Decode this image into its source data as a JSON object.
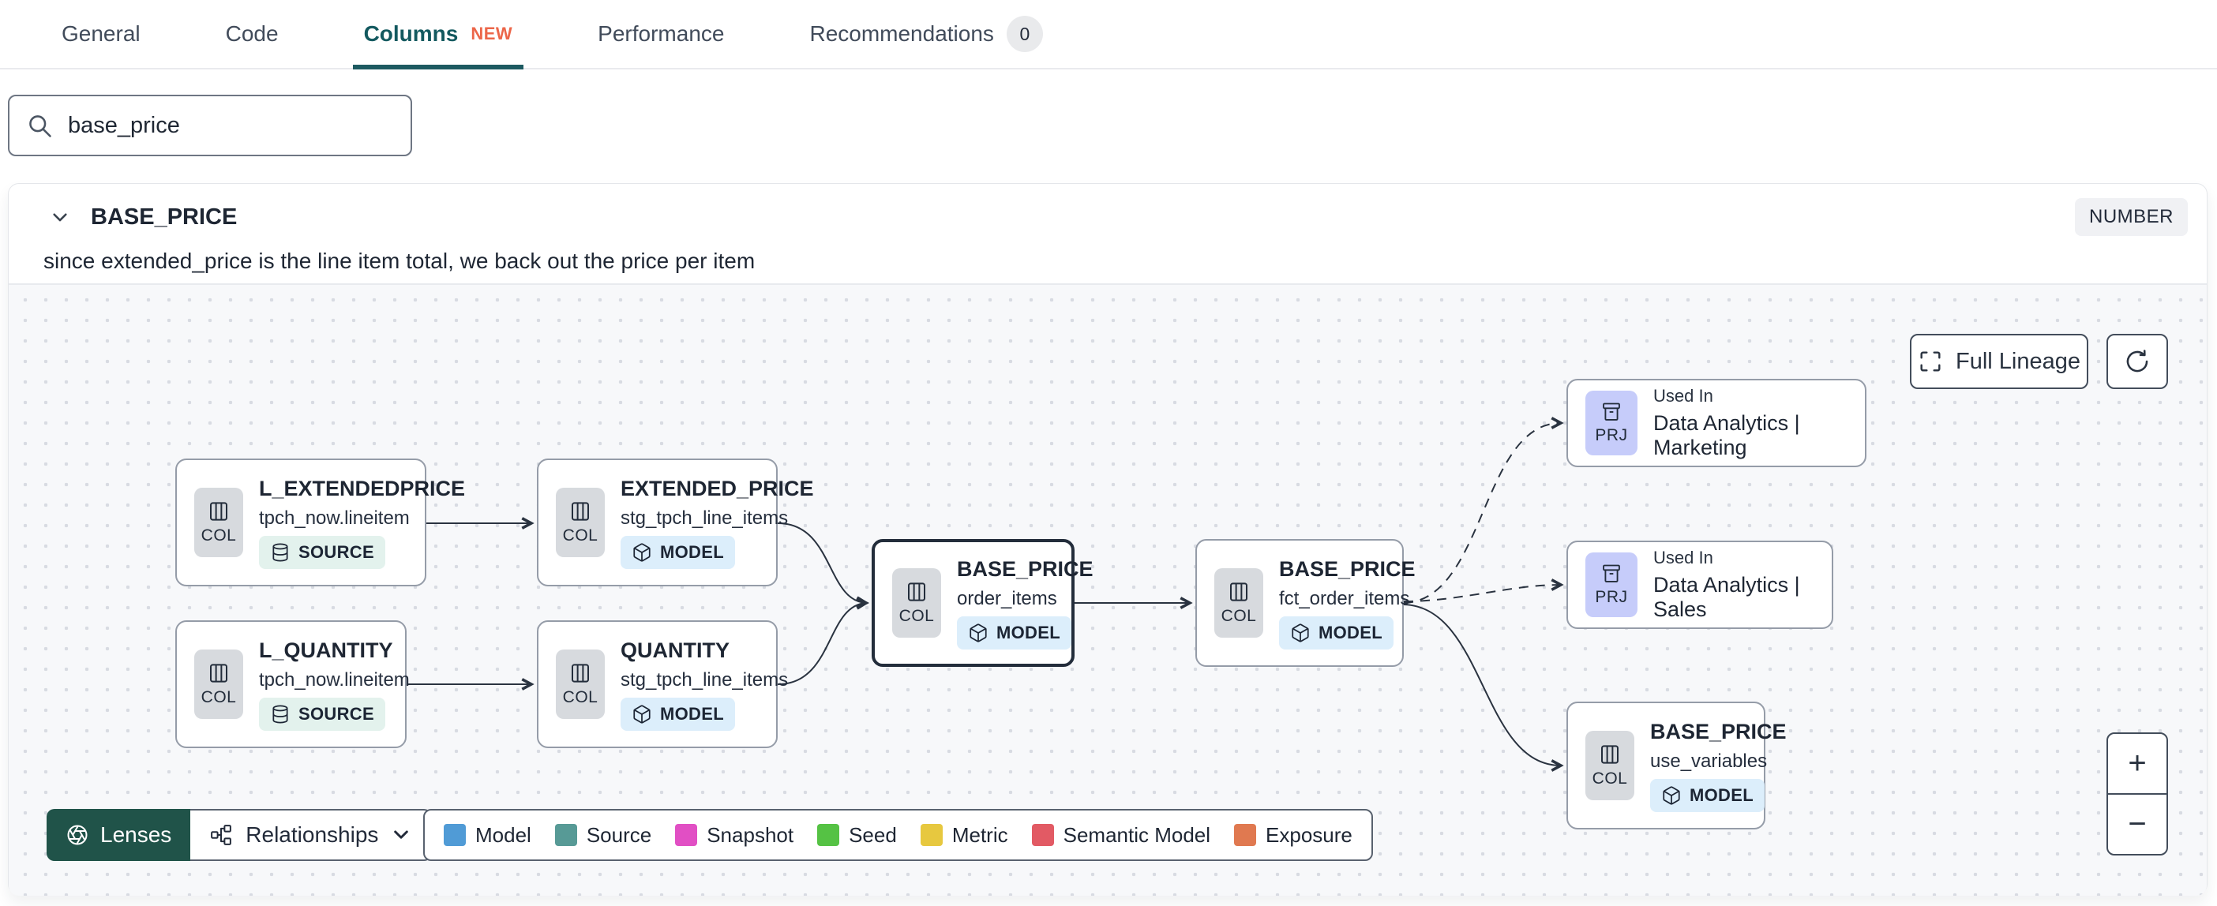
{
  "tab_bar": {
    "tabs": [
      {
        "label": "General"
      },
      {
        "label": "Code"
      },
      {
        "label": "Columns",
        "badge": "NEW"
      },
      {
        "label": "Performance"
      },
      {
        "label": "Recommendations",
        "count": "0"
      }
    ]
  },
  "search": {
    "value": "base_price"
  },
  "column_panel": {
    "name": "BASE_PRICE",
    "data_type": "NUMBER",
    "description": "since extended_price is the line item total, we back out the price per item"
  },
  "lineage": {
    "full_lineage_label": "Full Lineage",
    "zoom_in_label": "+",
    "zoom_out_label": "−",
    "nodes": [
      {
        "badge": "COL",
        "title": "L_EXTENDEDPRICE",
        "subtitle": "tpch_now.lineitem",
        "type": "SOURCE"
      },
      {
        "badge": "COL",
        "title": "EXTENDED_PRICE",
        "subtitle": "stg_tpch_line_items",
        "type": "MODEL"
      },
      {
        "badge": "COL",
        "title": "L_QUANTITY",
        "subtitle": "tpch_now.lineitem",
        "type": "SOURCE"
      },
      {
        "badge": "COL",
        "title": "QUANTITY",
        "subtitle": "stg_tpch_line_items",
        "type": "MODEL"
      },
      {
        "badge": "COL",
        "title": "BASE_PRICE",
        "subtitle": "order_items",
        "type": "MODEL"
      },
      {
        "badge": "COL",
        "title": "BASE_PRICE",
        "subtitle": "fct_order_items",
        "type": "MODEL"
      },
      {
        "badge": "PRJ",
        "label": "Used In",
        "title": "Data Analytics | Marketing"
      },
      {
        "badge": "PRJ",
        "label": "Used In",
        "title": "Data Analytics | Sales"
      },
      {
        "badge": "COL",
        "title": "BASE_PRICE",
        "subtitle": "use_variables",
        "type": "MODEL"
      }
    ],
    "toolbar": {
      "lenses_label": "Lenses",
      "relationships_label": "Relationships"
    },
    "legend": [
      {
        "label": "Model",
        "color": "#509bd6"
      },
      {
        "label": "Source",
        "color": "#579a96"
      },
      {
        "label": "Snapshot",
        "color": "#e14fc4"
      },
      {
        "label": "Seed",
        "color": "#55c244"
      },
      {
        "label": "Metric",
        "color": "#e7c83f"
      },
      {
        "label": "Semantic Model",
        "color": "#e25a64"
      },
      {
        "label": "Exposure",
        "color": "#e07950"
      }
    ]
  }
}
